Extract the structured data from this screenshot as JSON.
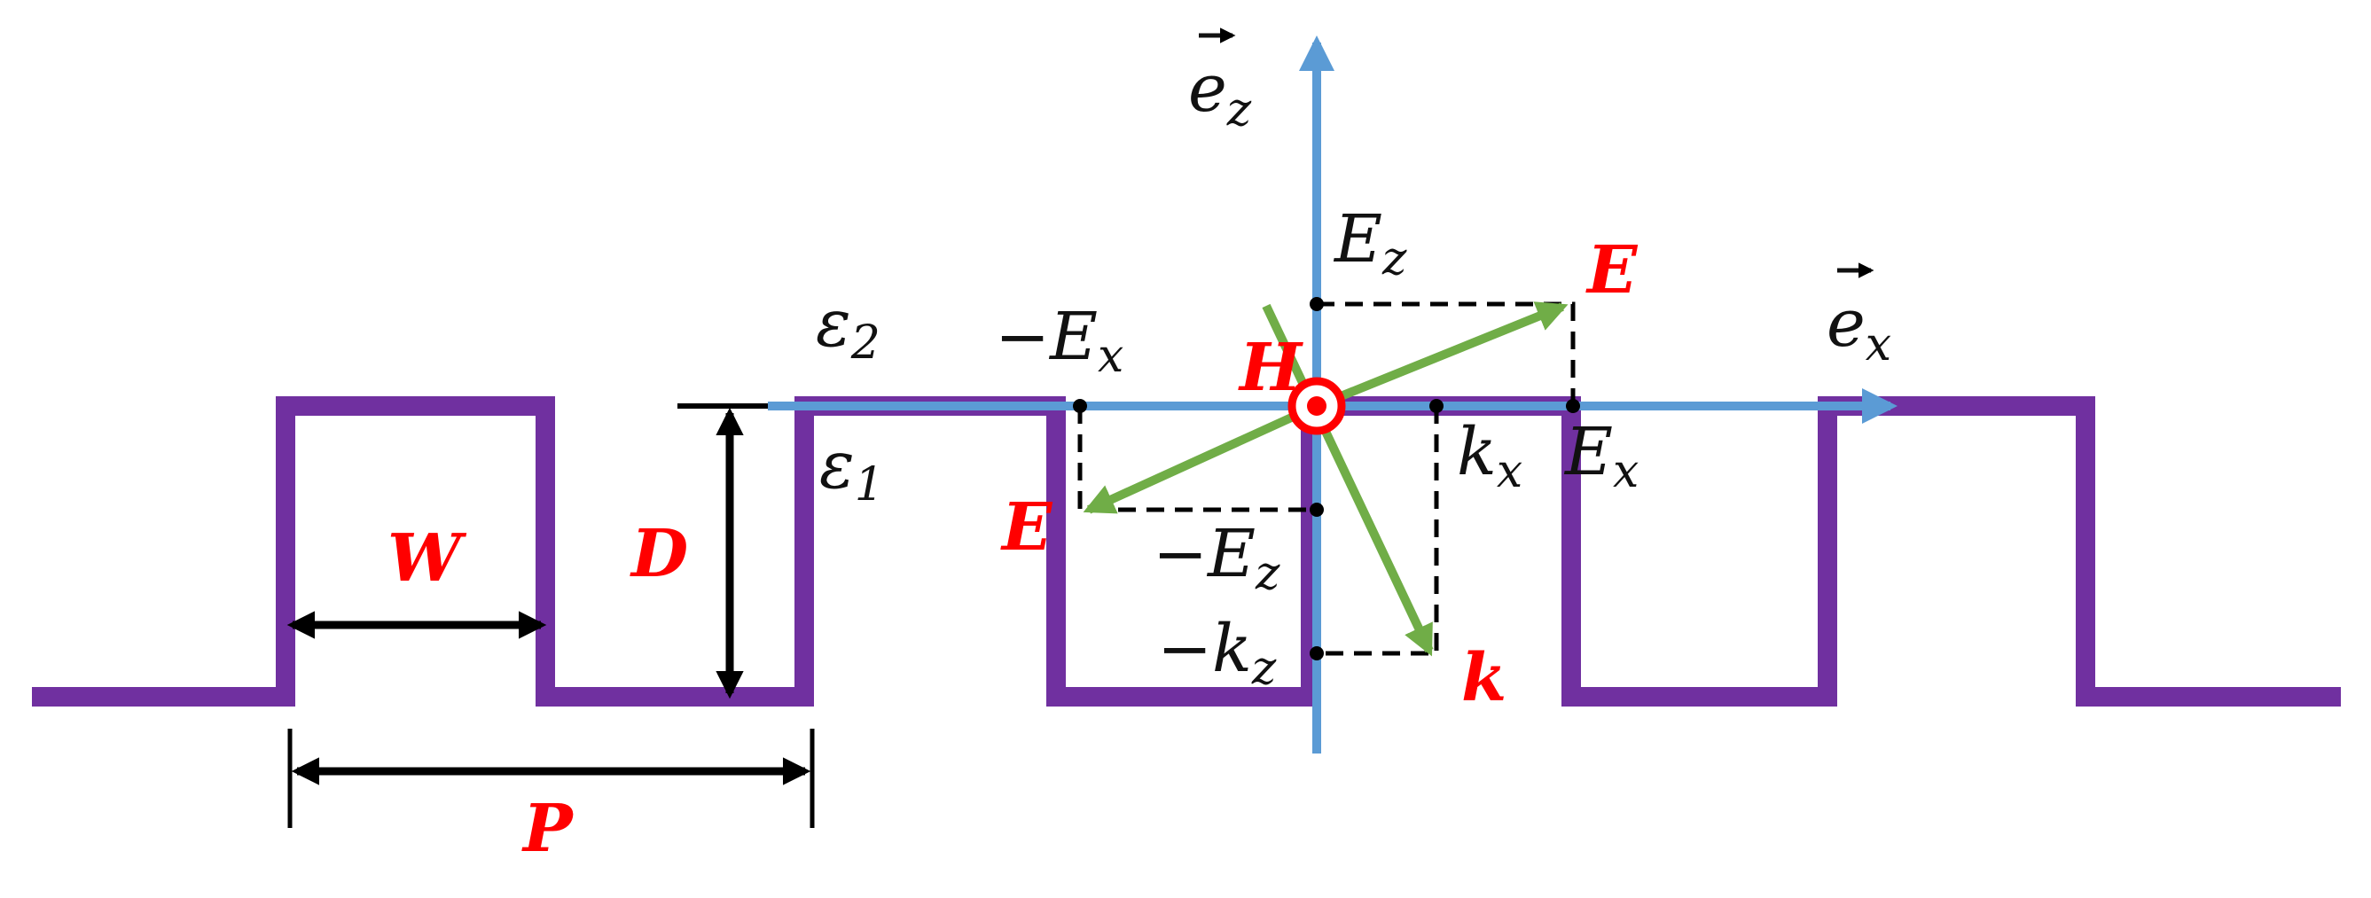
{
  "colors": {
    "grating": "#7030a0",
    "axis": "#5b9bd5",
    "vector": "#70ad47",
    "emphasis": "#ff0000",
    "dimension": "#000000",
    "text": "#111111"
  },
  "icons": {
    "h_field": "circle-dot-out-of-page-icon"
  },
  "axes": {
    "ez": {
      "base": "e",
      "sub": "z"
    },
    "ex": {
      "base": "e",
      "sub": "x"
    }
  },
  "media": {
    "upper": {
      "base": "ε",
      "sub": "2"
    },
    "lower": {
      "base": "ε",
      "sub": "1"
    }
  },
  "dimensions": {
    "width": "W",
    "depth": "D",
    "period": "P"
  },
  "vectors": {
    "e_upper": "E",
    "e_lower": "E",
    "h": "H",
    "k": "k"
  },
  "components": {
    "ez": {
      "base": "E",
      "sub": "z"
    },
    "neg_ex": {
      "base": "−E",
      "sub": "x"
    },
    "kx": {
      "base": "k",
      "sub": "x"
    },
    "ex": {
      "base": "E",
      "sub": "x"
    },
    "neg_ez": {
      "base": "−E",
      "sub": "z"
    },
    "neg_kz": {
      "base": "−k",
      "sub": "z"
    }
  }
}
